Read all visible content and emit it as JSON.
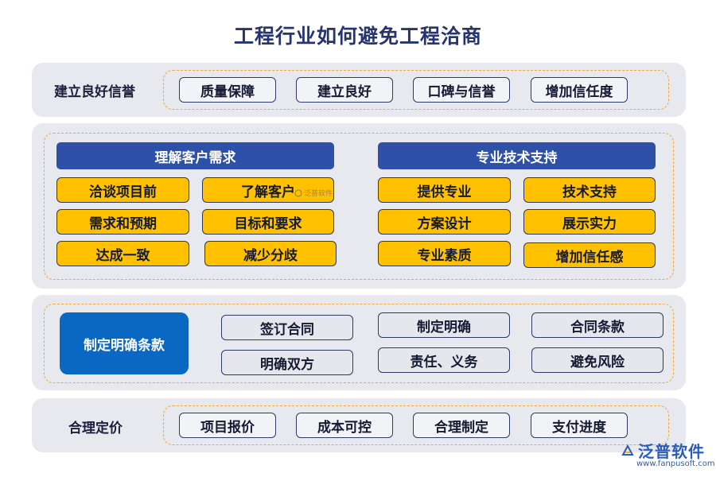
{
  "title": "工程行业如何避免工程洽商",
  "sections": {
    "reputation": {
      "label": "建立良好信誉",
      "items": [
        "质量保障",
        "建立良好",
        "口碑与信誉",
        "增加信任度"
      ]
    },
    "needs": {
      "header_left": "理解客户需求",
      "header_right": "专业技术支持",
      "left_items": [
        "洽谈项目前",
        "了解客户",
        "需求和预期",
        "目标和要求",
        "达成一致",
        "减少分歧"
      ],
      "right_items": [
        "提供专业",
        "技术支持",
        "方案设计",
        "展示实力",
        "专业素质",
        "增加信任感"
      ]
    },
    "terms": {
      "label": "制定明确条款",
      "items": [
        "签订合同",
        "制定明确",
        "合同条款",
        "明确双方",
        "责任、义务",
        "避免风险"
      ]
    },
    "pricing": {
      "label": "合理定价",
      "items": [
        "项目报价",
        "成本可控",
        "合理制定",
        "支付进度"
      ]
    }
  },
  "watermark": {
    "small": "泛普软件",
    "logo": "泛普软件",
    "url": "www.fanpusoft.com"
  },
  "colors": {
    "yellow": "#ffc000",
    "navy": "#2e50a8",
    "blue": "#0a67c2",
    "dash": "#f2a93b",
    "panel": "#e7e9ee"
  }
}
